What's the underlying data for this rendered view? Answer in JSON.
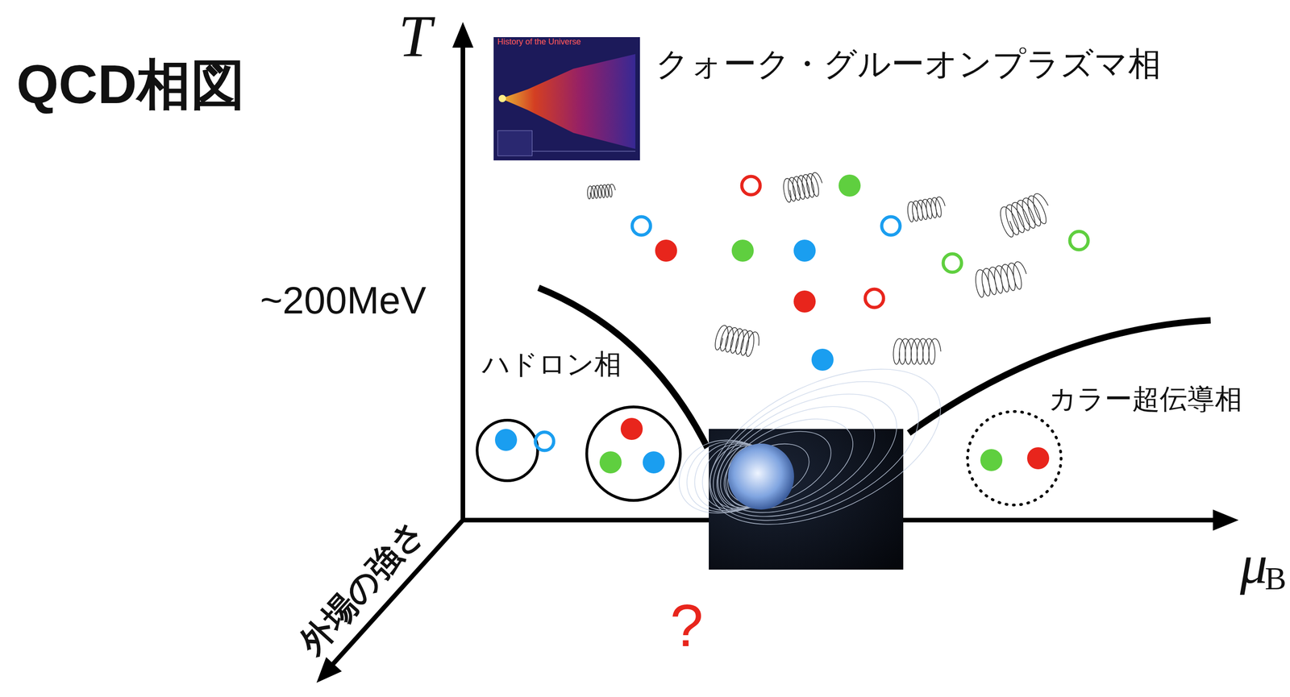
{
  "diagram": {
    "title": "QCD相図",
    "labels": [
      "T",
      "~200MeV",
      "クォーク・グルーオンプラズマ相",
      "History of the Universe",
      "ハドロン相",
      "カラー超伝導相",
      "外場の強さ",
      "?",
      "μ",
      "B"
    ]
  }
}
